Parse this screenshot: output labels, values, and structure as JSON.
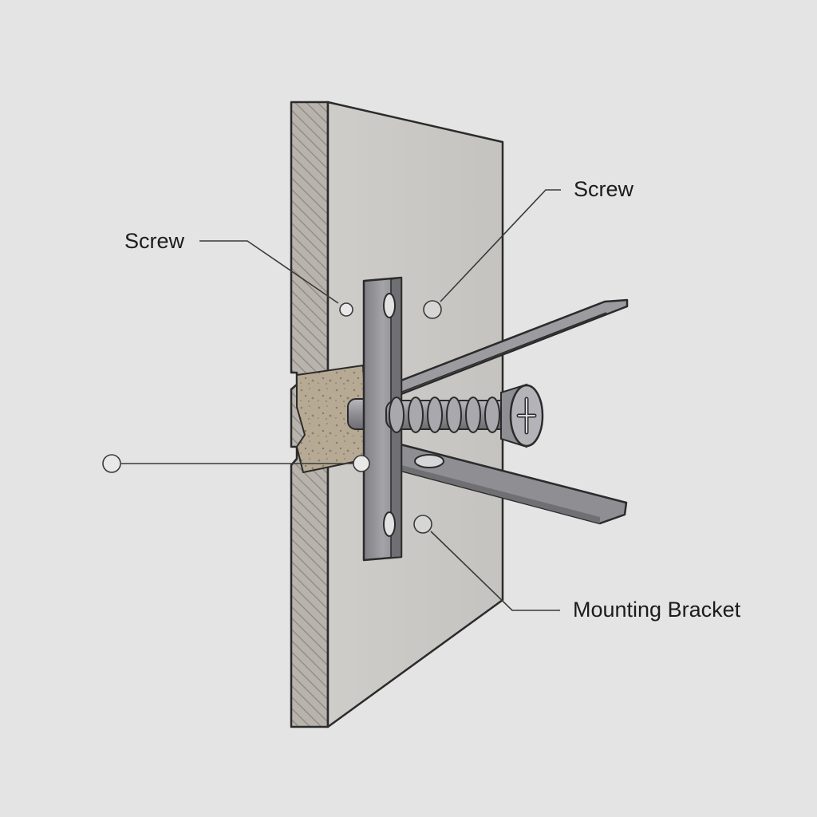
{
  "diagram": {
    "callouts": [
      {
        "id": "screw-left",
        "label": "Screw"
      },
      {
        "id": "screw-right",
        "label": "Screw"
      },
      {
        "id": "anchor-left",
        "label": ""
      },
      {
        "id": "mounting-bracket",
        "label": "Mounting Bracket"
      }
    ],
    "colors": {
      "background": "#e4e4e4",
      "wall_face": "#c9c8c4",
      "wall_edge_hatch": "#9c9891",
      "plug_material": "#b7aa95",
      "metal": "#8f8f93",
      "outline": "#2b2b2b",
      "leader_line": "#3a3a3a"
    },
    "icons": [
      "wall-panel",
      "wall-plug",
      "mounting-bracket",
      "screw"
    ]
  }
}
